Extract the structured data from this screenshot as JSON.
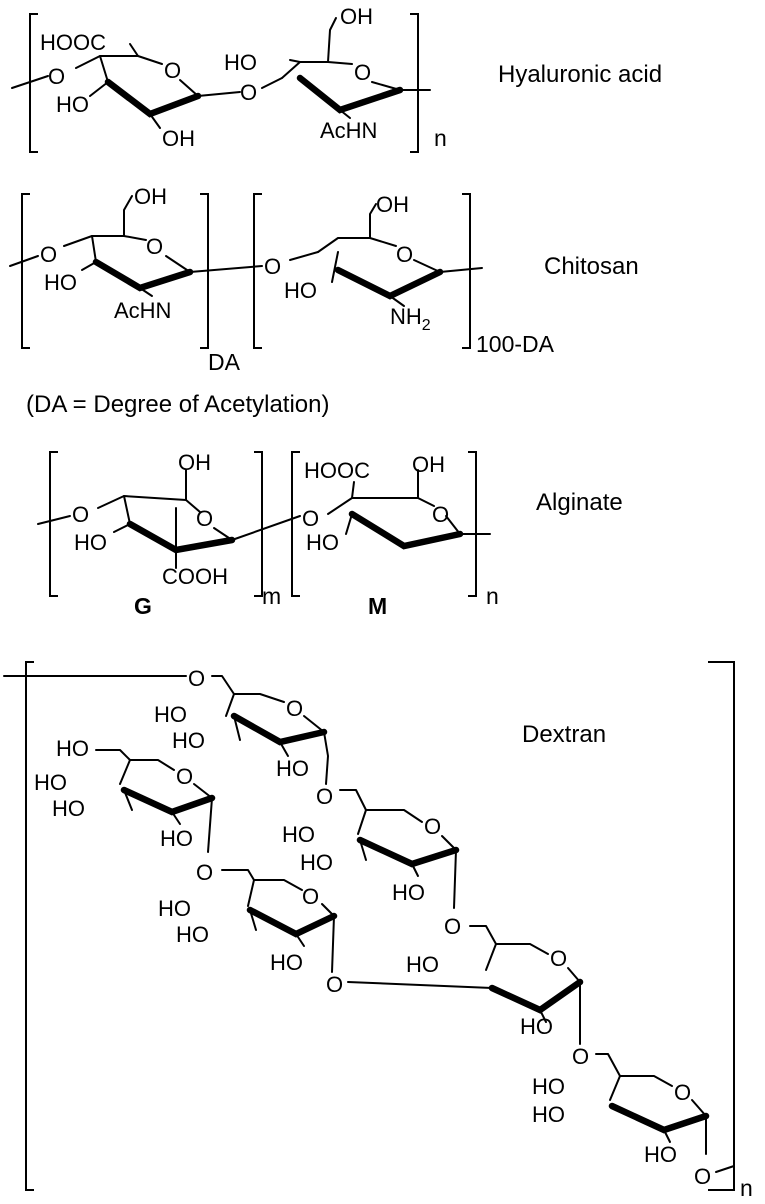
{
  "names": {
    "hyaluronic": "Hyaluronic acid",
    "chitosan": "Chitosan",
    "alginate": "Alginate",
    "dextran": "Dextran"
  },
  "subscripts": {
    "n": "n",
    "m": "m",
    "da": "DA",
    "hundred_da": "100-DA"
  },
  "note": "(DA = Degree of Acetylation)",
  "alginate_units": {
    "g": "G",
    "m": "M"
  },
  "atoms": {
    "o": "O",
    "oh": "OH",
    "ho": "HO",
    "cooh": "COOH",
    "hooc": "HOOC",
    "achn": "AcHN",
    "nh": "NH",
    "two": "2"
  }
}
